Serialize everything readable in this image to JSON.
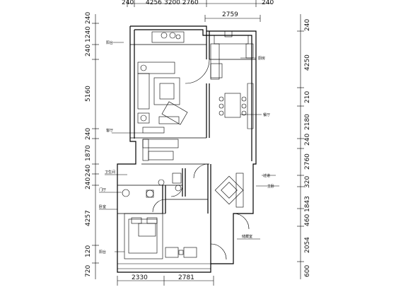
{
  "top_dims": [
    "240",
    "4256",
    "2759",
    "240"
  ],
  "top_truncated": "3200 2760",
  "bottom_dims": [
    "2330",
    "2781"
  ],
  "left_dims": [
    "240",
    "1240",
    "240",
    "5160",
    "240",
    "1870",
    "240",
    "240",
    "4257",
    "120",
    "720"
  ],
  "right_dims": [
    "240",
    "4250",
    "210",
    "2180",
    "240",
    "2760",
    "320",
    "1843",
    "460",
    "2054",
    "600"
  ],
  "room_labels": [
    "阳台",
    "厨房",
    "餐厅",
    "客厅",
    "卫生间",
    "门厅",
    "卧室",
    "过道",
    "主卧",
    "阳台",
    "储藏室"
  ]
}
